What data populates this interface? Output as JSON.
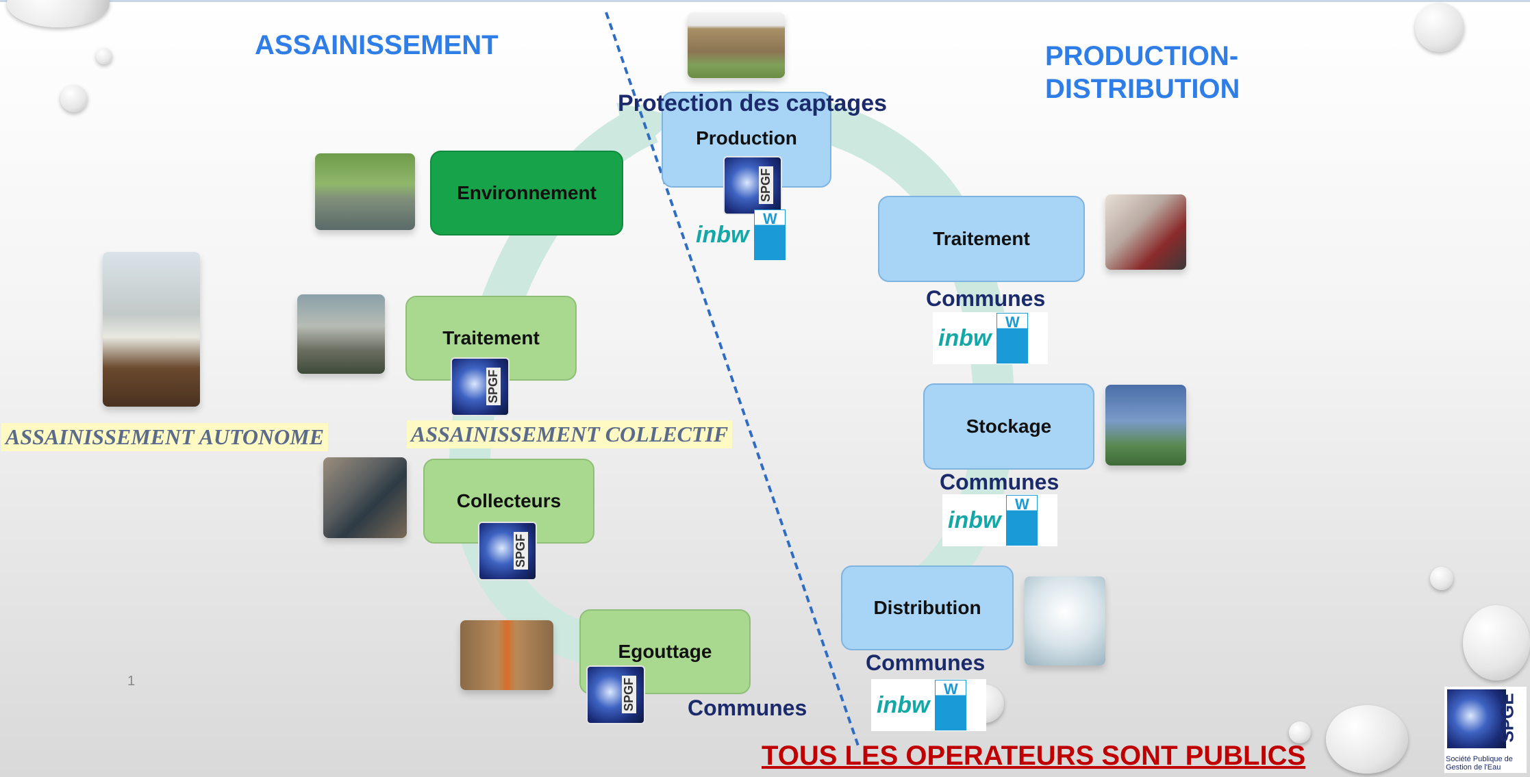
{
  "headings": {
    "left": "ASSAINISSEMENT",
    "right_line1": "PRODUCTION-",
    "right_line2": "DISTRIBUTION"
  },
  "left_boxes": {
    "environnement": "Environnement",
    "traitement": "Traitement",
    "collecteurs": "Collecteurs",
    "egouttage": "Egouttage"
  },
  "right_boxes": {
    "production": "Production",
    "traitement": "Traitement",
    "stockage": "Stockage",
    "distribution": "Distribution"
  },
  "labels": {
    "protection": "Protection des captages",
    "assainissement_autonome": "ASSAINISSEMENT AUTONOME",
    "assainissement_collectif": "ASSAINISSEMENT COLLECTIF",
    "communes": "Communes",
    "footer": "TOUS LES OPERATEURS SONT PUBLICS",
    "slide_number": "1"
  },
  "logos": {
    "spgf": "SPGF",
    "spge": "SPGE",
    "inbw": "inbw",
    "swde": "W",
    "spge_caption": "Société Publique de Gestion de l'Eau"
  },
  "colors": {
    "heading_blue": "#2f7ee8",
    "dark_green": "#16a34a",
    "light_green": "#a9d88f",
    "light_blue": "#a8d4f5",
    "footer_red": "#c00000",
    "navy": "#1b2a6b"
  }
}
